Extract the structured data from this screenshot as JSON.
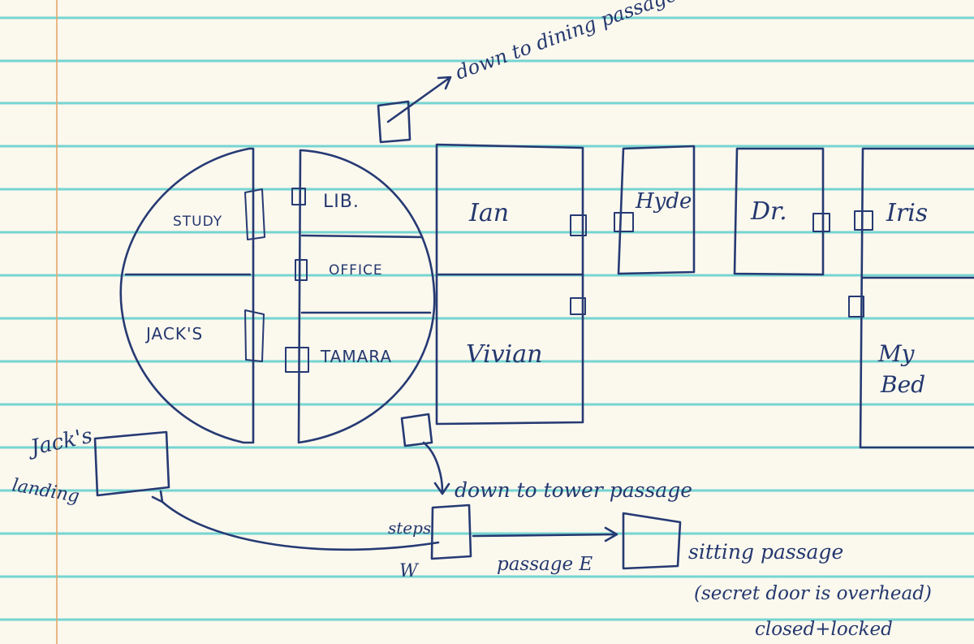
{
  "labels": {
    "dining": "down to dining passage",
    "study": "STUDY",
    "jacks": "JACK'S",
    "lib": "LIB.",
    "office": "OFFICE",
    "tamara": "TAMARA",
    "ian": "Ian",
    "vivian": "Vivian",
    "hyde": "Hyde",
    "dr": "Dr.",
    "iris": "Iris",
    "my": "My",
    "bed": "Bed",
    "jacks_hand": "Jack's",
    "landing": "landing",
    "tower": "down to tower passage",
    "steps": "steps",
    "w": "W",
    "passage_e": "passage E",
    "sitting": "sitting passage",
    "secret": "(secret door is overhead)",
    "closed": "closed+locked"
  },
  "colors": {
    "ink": "#263a73",
    "rules": "#5fd0cc",
    "margin": "#e6a86b",
    "paper": "#fbf8ee"
  }
}
